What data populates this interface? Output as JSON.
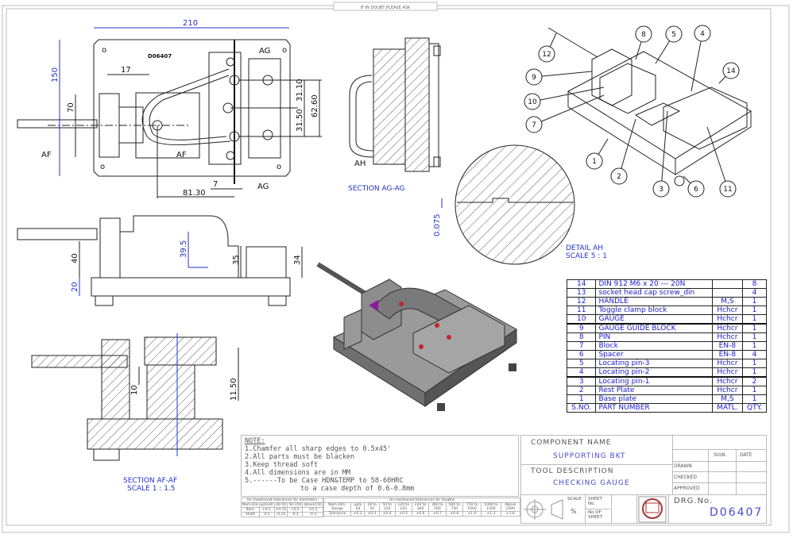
{
  "header_tag": "IF IN DOUBT,PLEASE ASK",
  "top_view": {
    "plate_marking": "D06407",
    "dims": {
      "width": "210",
      "height": "150",
      "d17": "17",
      "d70": "70",
      "d7": "7",
      "d81": "81.30",
      "d3110": "31.10",
      "d3150": "31.50",
      "d6260": "62.60"
    },
    "section_marks": {
      "af_left": "AF",
      "af_right": "AF",
      "ag_top": "AG",
      "ag_bottom": "AG"
    },
    "hole_marks": [
      "o",
      "o",
      "o",
      "o"
    ]
  },
  "section_ag": {
    "title": "SECTION AG-AG",
    "detail_mark": "AH"
  },
  "detail_ah": {
    "title": "DETAIL AH",
    "scale": "SCALE 5 : 1",
    "dim": "0.075"
  },
  "front_view": {
    "dims": {
      "d40": "40",
      "d20": "20",
      "d395": "39.5",
      "d35": "35",
      "d34": "34"
    }
  },
  "section_af": {
    "title": "SECTION AF-AF",
    "scale": "SCALE 1 : 1.5",
    "dims": {
      "d10": "10",
      "d1150": "11.50"
    }
  },
  "balloons": [
    "12",
    "9",
    "10",
    "7",
    "8",
    "5",
    "4",
    "14",
    "1",
    "2",
    "3",
    "6",
    "11"
  ],
  "bom": {
    "headers": [
      "S.NO.",
      "PART NUMBER",
      "MATL.",
      "QTY."
    ],
    "rows": [
      {
        "no": "14",
        "part": "DIN 912 M6 x 20 --- 20N",
        "matl": "",
        "qty": "8"
      },
      {
        "no": "13",
        "part": "socket head cap screw_din",
        "matl": "",
        "qty": "4"
      },
      {
        "no": "12",
        "part": "HANDLE",
        "matl": "M,S",
        "qty": "1"
      },
      {
        "no": "11",
        "part": "Toggle clamp block",
        "matl": "Hchcr",
        "qty": "1"
      },
      {
        "no": "10",
        "part": "GAUGE",
        "matl": "Hchcr",
        "qty": "1"
      },
      {
        "no": "9",
        "part": "GAUGE GUIDE BLOCK",
        "matl": "Hchcr",
        "qty": "1"
      },
      {
        "no": "8",
        "part": "PIN",
        "matl": "Hchcr",
        "qty": "1"
      },
      {
        "no": "7",
        "part": "Block",
        "matl": "EN-8",
        "qty": "1"
      },
      {
        "no": "6",
        "part": "Spacer",
        "matl": "EN-8",
        "qty": "4"
      },
      {
        "no": "5",
        "part": "Locating pin-3",
        "matl": "Hchcr",
        "qty": "1"
      },
      {
        "no": "4",
        "part": "Locating pin-2",
        "matl": "Hchcr",
        "qty": "1"
      },
      {
        "no": "3",
        "part": "Locating pin-1",
        "matl": "Hchcr",
        "qty": "2"
      },
      {
        "no": "2",
        "part": "Rest Plate",
        "matl": "Hchcr",
        "qty": "1"
      },
      {
        "no": "1",
        "part": "Base plate",
        "matl": "M,S",
        "qty": "1"
      }
    ]
  },
  "notes": {
    "title": "NOTE:",
    "lines": [
      "1.Chamfer all sharp edges to 0.5x45'",
      "2.All parts must be blacken",
      "3.Keep thread soft",
      "4.All dimensions are in MM",
      "5.------To be Case HDN&TEMP to 58-60HRC",
      "to a case depth of 0.6-0.8mm"
    ]
  },
  "tolerances_diameter": {
    "title": "Un mentioned tolerances for diameters",
    "headers": [
      "Nom.Dia",
      "upto30",
      "30-50",
      "50-150",
      "above150"
    ],
    "rows": [
      [
        "Bore",
        "+0.1",
        "+0.15",
        "+0.2",
        "+0.3"
      ],
      [
        "Shaft",
        "-0.1",
        "-0.15",
        "-0.2",
        "-0.3"
      ]
    ]
  },
  "tolerances_length": {
    "title": "Un mentioned tolerances for lengths",
    "headers": [
      "Nom.Dim. Range",
      "upto 18",
      "18 to 50",
      "50 to 120",
      "120 to 220",
      "220 to 360",
      "360 to 500",
      "500 to 750",
      "750 to 1000",
      "1000 to 1500",
      "Above 1500"
    ],
    "values": [
      "Tolerance",
      "±0.2",
      "±0.3",
      "±0.4",
      "±0.5",
      "±0.6",
      "±0.7",
      "±0.8",
      "±1.0",
      "±1.2",
      "±1.6"
    ]
  },
  "title_block": {
    "component_label": "COMPONENT NAME",
    "component_name": "SUPPORTING BKT",
    "tool_label": "TOOL DESCRIPTION",
    "tool_description": "CHECKING GAUGE",
    "sign": "SIGN",
    "date": "DATE",
    "drawn": "DRAWN",
    "checked": "CHECKED",
    "approved": "APPROVED",
    "scale_label": "SCALE",
    "scale_value": "%",
    "sheet_no": "SHEET No.",
    "no_of_sheet": "No.OF SHEET",
    "drg_label": "DRG.No.",
    "drg_no": "D06407"
  }
}
